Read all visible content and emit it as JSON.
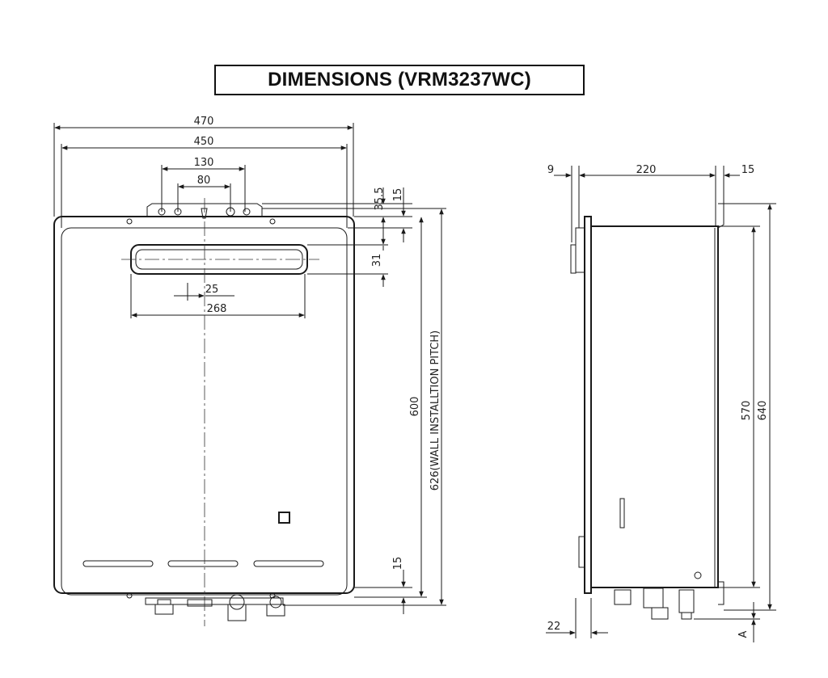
{
  "title": "DIMENSIONS (VRM3237WC)",
  "front_view": {
    "dim_470": "470",
    "dim_450": "450",
    "dim_130": "130",
    "dim_80": "80",
    "dim_35_5": "35.5",
    "dim_15_top": "15",
    "dim_31": "31",
    "dim_25": "25",
    "dim_268": "268",
    "dim_600": "600",
    "dim_626": "626(WALL INSTALLTION PITCH)",
    "dim_15_bottom": "15"
  },
  "side_view": {
    "dim_9": "9",
    "dim_220": "220",
    "dim_15": "15",
    "dim_570": "570",
    "dim_640": "640",
    "dim_22": "22",
    "dim_A": "A"
  }
}
